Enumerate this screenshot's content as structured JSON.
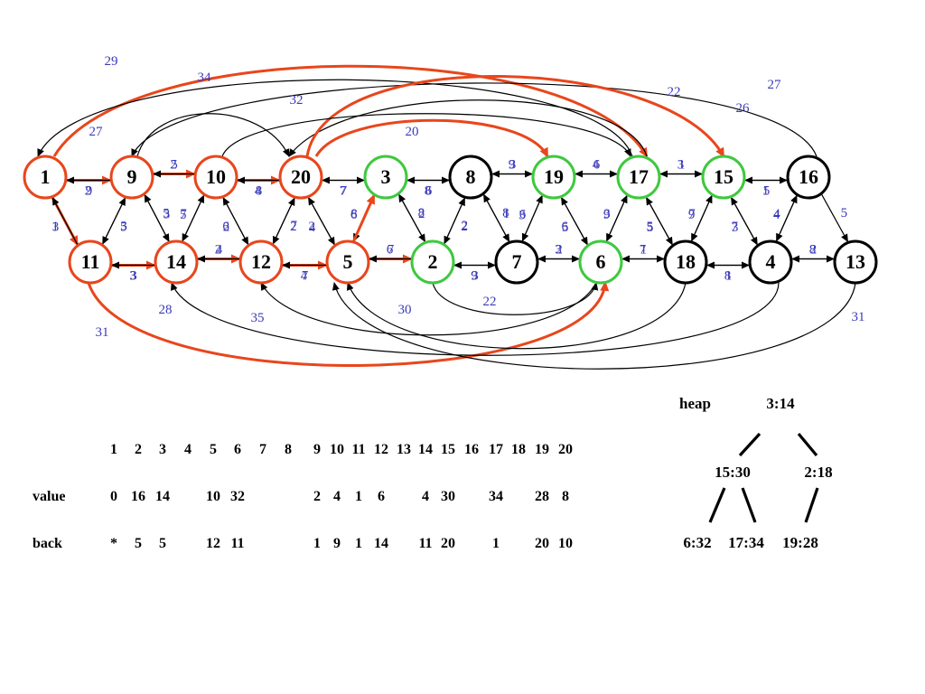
{
  "colors": {
    "red": "#e8461c",
    "green": "#3fc83f",
    "black": "#000000",
    "label_blue": "#3a3aba"
  },
  "nodes": [
    {
      "id": "1",
      "border": "red"
    },
    {
      "id": "9",
      "border": "red"
    },
    {
      "id": "10",
      "border": "red"
    },
    {
      "id": "20",
      "border": "red"
    },
    {
      "id": "3",
      "border": "green"
    },
    {
      "id": "8",
      "border": "black"
    },
    {
      "id": "19",
      "border": "green"
    },
    {
      "id": "17",
      "border": "green"
    },
    {
      "id": "15",
      "border": "green"
    },
    {
      "id": "16",
      "border": "black"
    },
    {
      "id": "11",
      "border": "red"
    },
    {
      "id": "14",
      "border": "red"
    },
    {
      "id": "12",
      "border": "red"
    },
    {
      "id": "5",
      "border": "red"
    },
    {
      "id": "2",
      "border": "green"
    },
    {
      "id": "7",
      "border": "black"
    },
    {
      "id": "6",
      "border": "green"
    },
    {
      "id": "18",
      "border": "black"
    },
    {
      "id": "4",
      "border": "black"
    },
    {
      "id": "13",
      "border": "black"
    }
  ],
  "edges": [
    {
      "from": "1",
      "to": "9",
      "weight": "2",
      "red": true
    },
    {
      "from": "9",
      "to": "1",
      "weight": "9"
    },
    {
      "from": "9",
      "to": "10",
      "weight": "2",
      "red": true
    },
    {
      "from": "10",
      "to": "9",
      "weight": "5"
    },
    {
      "from": "10",
      "to": "20",
      "weight": "4",
      "red": true
    },
    {
      "from": "20",
      "to": "10",
      "weight": "8"
    },
    {
      "from": "20",
      "to": "3",
      "weight": "7"
    },
    {
      "from": "3",
      "to": "20",
      "weight": "7"
    },
    {
      "from": "3",
      "to": "8",
      "weight": "8"
    },
    {
      "from": "8",
      "to": "3",
      "weight": "6"
    },
    {
      "from": "8",
      "to": "19",
      "weight": "9"
    },
    {
      "from": "19",
      "to": "8",
      "weight": "3"
    },
    {
      "from": "19",
      "to": "17",
      "weight": "4"
    },
    {
      "from": "17",
      "to": "19",
      "weight": "6"
    },
    {
      "from": "17",
      "to": "15",
      "weight": "3"
    },
    {
      "from": "15",
      "to": "17",
      "weight": "1"
    },
    {
      "from": "16",
      "to": "15",
      "weight": "5"
    },
    {
      "from": "15",
      "to": "16",
      "weight": "1"
    },
    {
      "from": "11",
      "to": "14",
      "weight": "3",
      "red": true
    },
    {
      "from": "14",
      "to": "11",
      "weight": "3"
    },
    {
      "from": "14",
      "to": "12",
      "weight": "2",
      "red": true
    },
    {
      "from": "12",
      "to": "14",
      "weight": "4"
    },
    {
      "from": "12",
      "to": "5",
      "weight": "4",
      "red": true
    },
    {
      "from": "5",
      "to": "12",
      "weight": "7"
    },
    {
      "from": "5",
      "to": "2",
      "weight": "6",
      "red": true
    },
    {
      "from": "2",
      "to": "5",
      "weight": "7"
    },
    {
      "from": "2",
      "to": "7",
      "weight": "9"
    },
    {
      "from": "7",
      "to": "2",
      "weight": "3"
    },
    {
      "from": "7",
      "to": "6",
      "weight": "3"
    },
    {
      "from": "6",
      "to": "7",
      "weight": "2"
    },
    {
      "from": "6",
      "to": "18",
      "weight": "7"
    },
    {
      "from": "18",
      "to": "6",
      "weight": "1"
    },
    {
      "from": "18",
      "to": "4",
      "weight": "8"
    },
    {
      "from": "4",
      "to": "18",
      "weight": "1"
    },
    {
      "from": "4",
      "to": "13",
      "weight": "8"
    },
    {
      "from": "13",
      "to": "4",
      "weight": "2"
    },
    {
      "from": "1",
      "to": "11",
      "weight": "1",
      "red": true
    },
    {
      "from": "11",
      "to": "1",
      "weight": "3"
    },
    {
      "from": "9",
      "to": "11",
      "weight": "3"
    },
    {
      "from": "11",
      "to": "9",
      "weight": "5"
    },
    {
      "from": "9",
      "to": "14",
      "weight": "5"
    },
    {
      "from": "14",
      "to": "9",
      "weight": "3"
    },
    {
      "from": "10",
      "to": "14",
      "weight": "7"
    },
    {
      "from": "14",
      "to": "10",
      "weight": "5"
    },
    {
      "from": "10",
      "to": "12",
      "weight": "6"
    },
    {
      "from": "12",
      "to": "10",
      "weight": "2"
    },
    {
      "from": "20",
      "to": "12",
      "weight": "7"
    },
    {
      "from": "12",
      "to": "20",
      "weight": "2"
    },
    {
      "from": "20",
      "to": "5",
      "weight": "2"
    },
    {
      "from": "5",
      "to": "20",
      "weight": "4"
    },
    {
      "from": "3",
      "to": "5",
      "weight": "8"
    },
    {
      "from": "5",
      "to": "3",
      "weight": "6",
      "red": true
    },
    {
      "from": "3",
      "to": "2",
      "weight": "8"
    },
    {
      "from": "2",
      "to": "3",
      "weight": "2"
    },
    {
      "from": "8",
      "to": "2",
      "weight": "2"
    },
    {
      "from": "2",
      "to": "8",
      "weight": "2"
    },
    {
      "from": "8",
      "to": "7",
      "weight": "8"
    },
    {
      "from": "7",
      "to": "8",
      "weight": "1"
    },
    {
      "from": "19",
      "to": "7",
      "weight": "6"
    },
    {
      "from": "7",
      "to": "19",
      "weight": "3"
    },
    {
      "from": "19",
      "to": "6",
      "weight": "6"
    },
    {
      "from": "6",
      "to": "19",
      "weight": "5"
    },
    {
      "from": "17",
      "to": "6",
      "weight": "3"
    },
    {
      "from": "6",
      "to": "17",
      "weight": "9"
    },
    {
      "from": "17",
      "to": "18",
      "weight": "5"
    },
    {
      "from": "18",
      "to": "17",
      "weight": "5"
    },
    {
      "from": "15",
      "to": "18",
      "weight": "7"
    },
    {
      "from": "18",
      "to": "15",
      "weight": "9"
    },
    {
      "from": "15",
      "to": "4",
      "weight": "7"
    },
    {
      "from": "4",
      "to": "15",
      "weight": "3"
    },
    {
      "from": "16",
      "to": "4",
      "weight": "4"
    },
    {
      "from": "4",
      "to": "16",
      "weight": "4"
    },
    {
      "from": "16",
      "to": "13",
      "weight": "5"
    },
    {
      "from": "1",
      "to": "17",
      "weight": "29",
      "red": true
    },
    {
      "from": "17",
      "to": "1",
      "weight": "34"
    },
    {
      "from": "16",
      "to": "9",
      "weight": "27"
    },
    {
      "from": "17",
      "to": "20",
      "weight": "32"
    },
    {
      "from": "9",
      "to": "20",
      "weight": "27"
    },
    {
      "from": "20",
      "to": "15",
      "weight": "22",
      "red": true
    },
    {
      "from": "10",
      "to": "17",
      "weight": "26"
    },
    {
      "from": "20",
      "to": "19",
      "weight": "20",
      "red": true
    },
    {
      "from": "11",
      "to": "6",
      "weight": "31",
      "red": true
    },
    {
      "from": "4",
      "to": "14",
      "weight": "28"
    },
    {
      "from": "6",
      "to": "12",
      "weight": "35"
    },
    {
      "from": "2",
      "to": "6",
      "weight": "22"
    },
    {
      "from": "18",
      "to": "5",
      "weight": "30"
    },
    {
      "from": "13",
      "to": "5",
      "weight": "31"
    }
  ],
  "table": {
    "header_label": "",
    "columns": [
      "1",
      "2",
      "3",
      "4",
      "5",
      "6",
      "7",
      "8",
      "9",
      "10",
      "11",
      "12",
      "13",
      "14",
      "15",
      "16",
      "17",
      "18",
      "19",
      "20"
    ],
    "rows": [
      {
        "label": "value",
        "cells": [
          "0",
          "16",
          "14",
          "",
          "10",
          "32",
          "",
          "",
          "2",
          "4",
          "1",
          "6",
          "",
          "4",
          "30",
          "",
          "34",
          "",
          "28",
          "8"
        ]
      },
      {
        "label": "back",
        "cells": [
          "*",
          "5",
          "5",
          "",
          "12",
          "11",
          "",
          "",
          "1",
          "9",
          "1",
          "14",
          "",
          "11",
          "20",
          "",
          "1",
          "",
          "20",
          "10"
        ]
      }
    ]
  },
  "heap": {
    "title": "heap",
    "nodes": [
      "3:14",
      "15:30",
      "2:18",
      "6:32",
      "17:34",
      "19:28"
    ]
  }
}
